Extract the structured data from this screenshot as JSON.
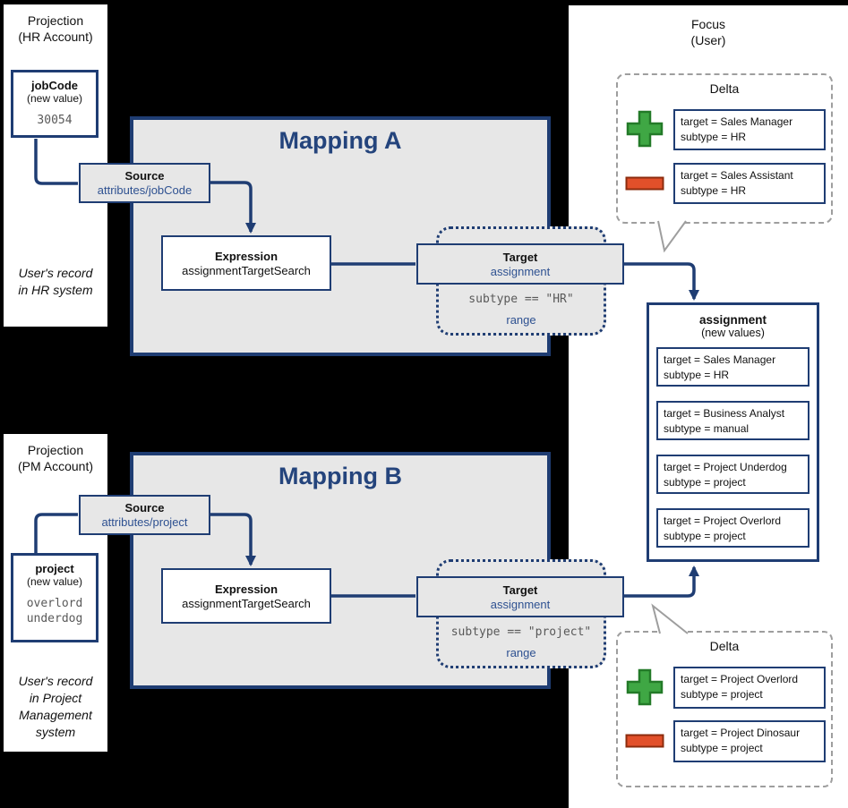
{
  "projection_hr": {
    "title": "Projection\n(HR Account)",
    "attribute_name": "jobCode",
    "attribute_note": "(new value)",
    "attribute_value": "30054",
    "caption": "User's record\nin HR system"
  },
  "projection_pm": {
    "title": "Projection\n(PM Account)",
    "attribute_name": "project",
    "attribute_note": "(new value)",
    "attribute_value": "overlord\nunderdog",
    "caption": "User's record\nin Project\nManagement\nsystem"
  },
  "mapping_a": {
    "title": "Mapping A",
    "source_label": "Source",
    "source_value": "attributes/jobCode",
    "expression_label": "Expression",
    "expression_value": "assignmentTargetSearch",
    "target_label": "Target",
    "target_value": "assignment",
    "range_condition": "subtype == \"HR\"",
    "range_label": "range"
  },
  "mapping_b": {
    "title": "Mapping B",
    "source_label": "Source",
    "source_value": "attributes/project",
    "expression_label": "Expression",
    "expression_value": "assignmentTargetSearch",
    "target_label": "Target",
    "target_value": "assignment",
    "range_condition": "subtype == \"project\"",
    "range_label": "range"
  },
  "focus": {
    "title": "Focus\n(User)",
    "delta_top": {
      "title": "Delta",
      "added": "target = Sales Manager\nsubtype = HR",
      "removed": "target = Sales Assistant\nsubtype = HR"
    },
    "assignment": {
      "title": "assignment",
      "subtitle": "(new values)",
      "items": [
        "target = Sales Manager\nsubtype = HR",
        "target = Business Analyst\nsubtype = manual",
        "target = Project Underdog\nsubtype = project",
        "target = Project Overlord\nsubtype = project"
      ]
    },
    "delta_bottom": {
      "title": "Delta",
      "added": "target = Project Overlord\nsubtype = project",
      "removed": "target = Project Dinosaur\nsubtype = project"
    }
  },
  "colors": {
    "background": "#000000",
    "panel": "#ffffff",
    "navy_border": "#1f3d73",
    "navy_text": "#2e5191",
    "box_gray": "#e7e7e7",
    "mono_text": "#595959",
    "delta_border": "#9e9e9e",
    "plus_green": "#3fa744",
    "plus_green_border": "#237a28",
    "minus_red": "#e2502a",
    "minus_red_border": "#8c2c0e"
  }
}
